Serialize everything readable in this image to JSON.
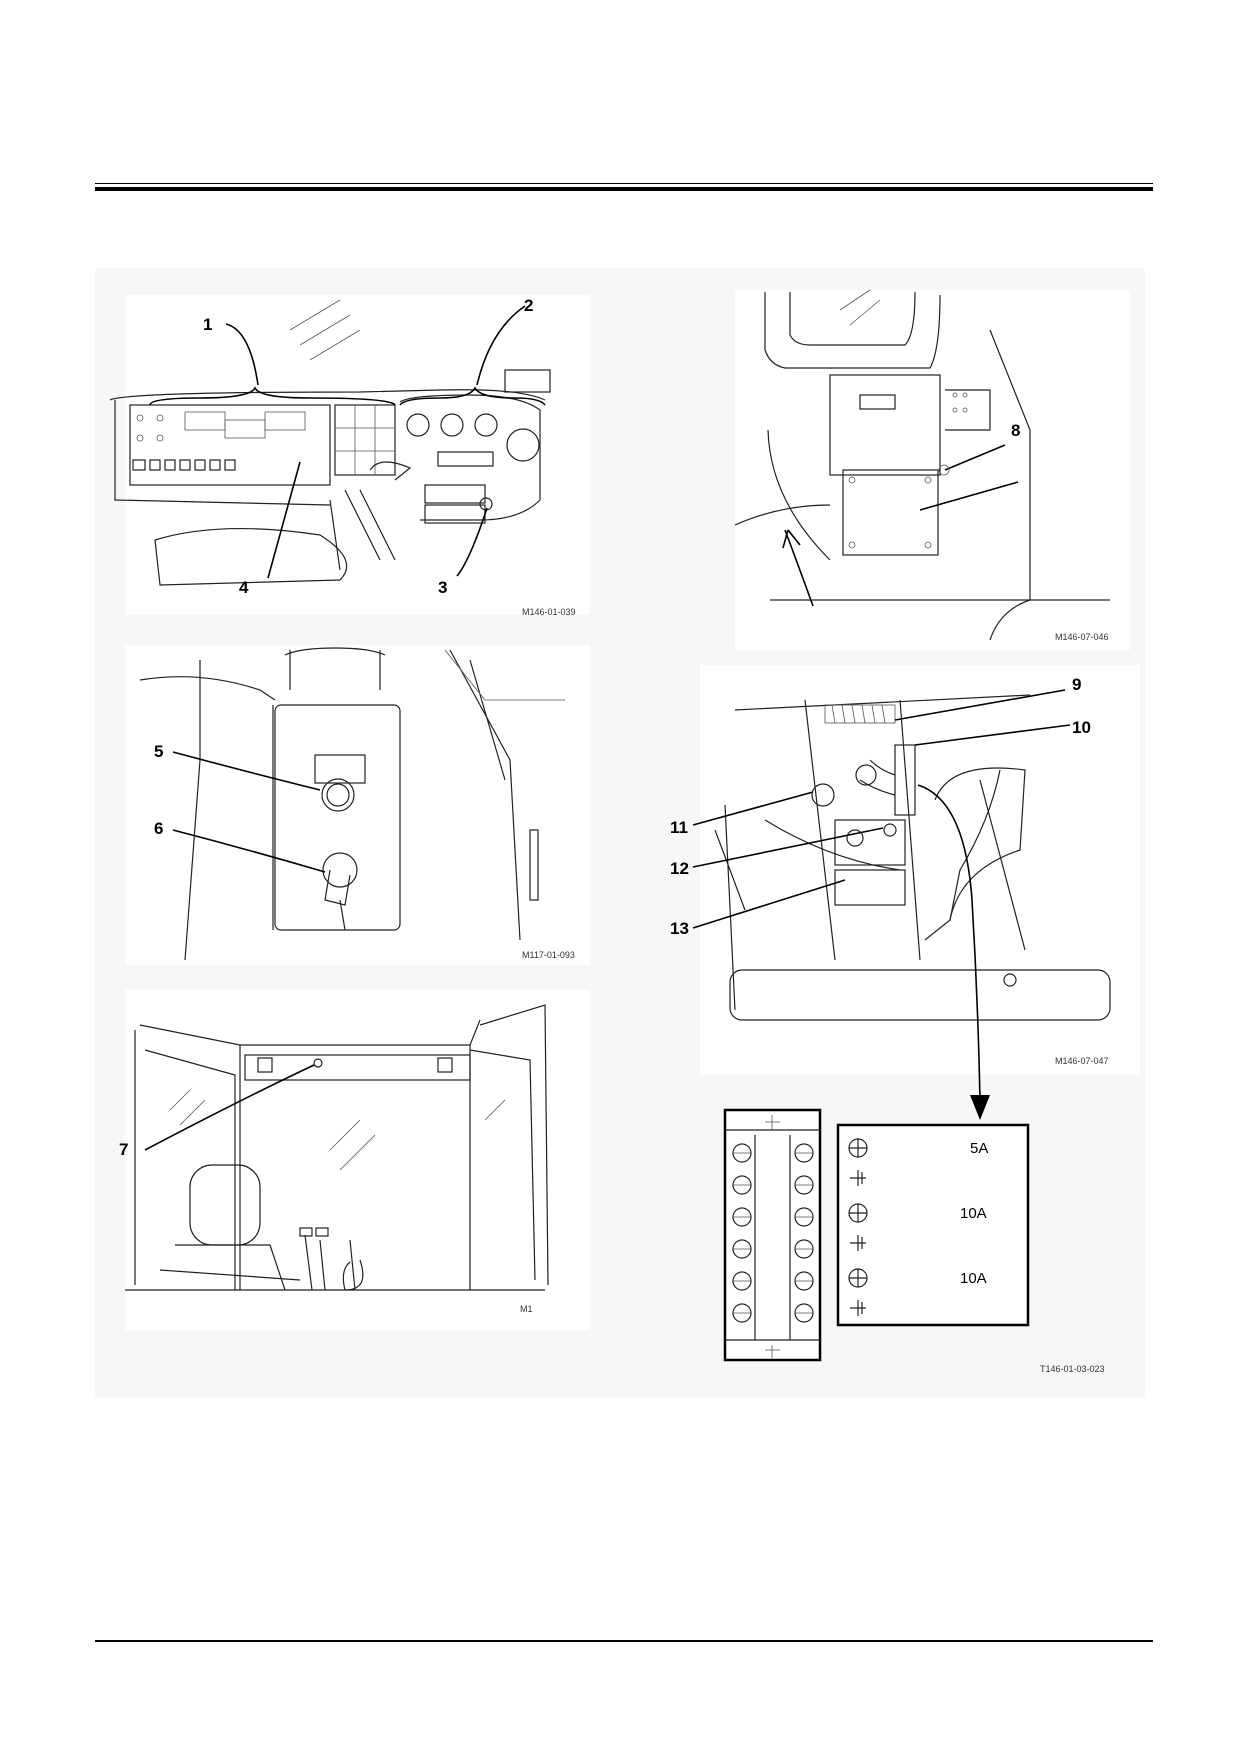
{
  "figures": [
    {
      "name": "dashboard",
      "code": "M146-01-039",
      "callouts": [
        "1",
        "2",
        "3",
        "4"
      ]
    },
    {
      "name": "rear-console",
      "code": "M146-07-046",
      "callouts": [
        "8"
      ]
    },
    {
      "name": "console-switches",
      "code": "M117-01-093",
      "callouts": [
        "5",
        "6"
      ]
    },
    {
      "name": "fuse-area",
      "code": "M146-07-047",
      "callouts": [
        "9",
        "10",
        "11",
        "12",
        "13"
      ]
    },
    {
      "name": "cab-interior",
      "code": "M1",
      "callouts": [
        "7"
      ]
    },
    {
      "name": "fuse-box-detail",
      "code": "T146-01-03-023",
      "fuse_ratings": [
        "5A",
        "10A",
        "10A"
      ]
    }
  ]
}
